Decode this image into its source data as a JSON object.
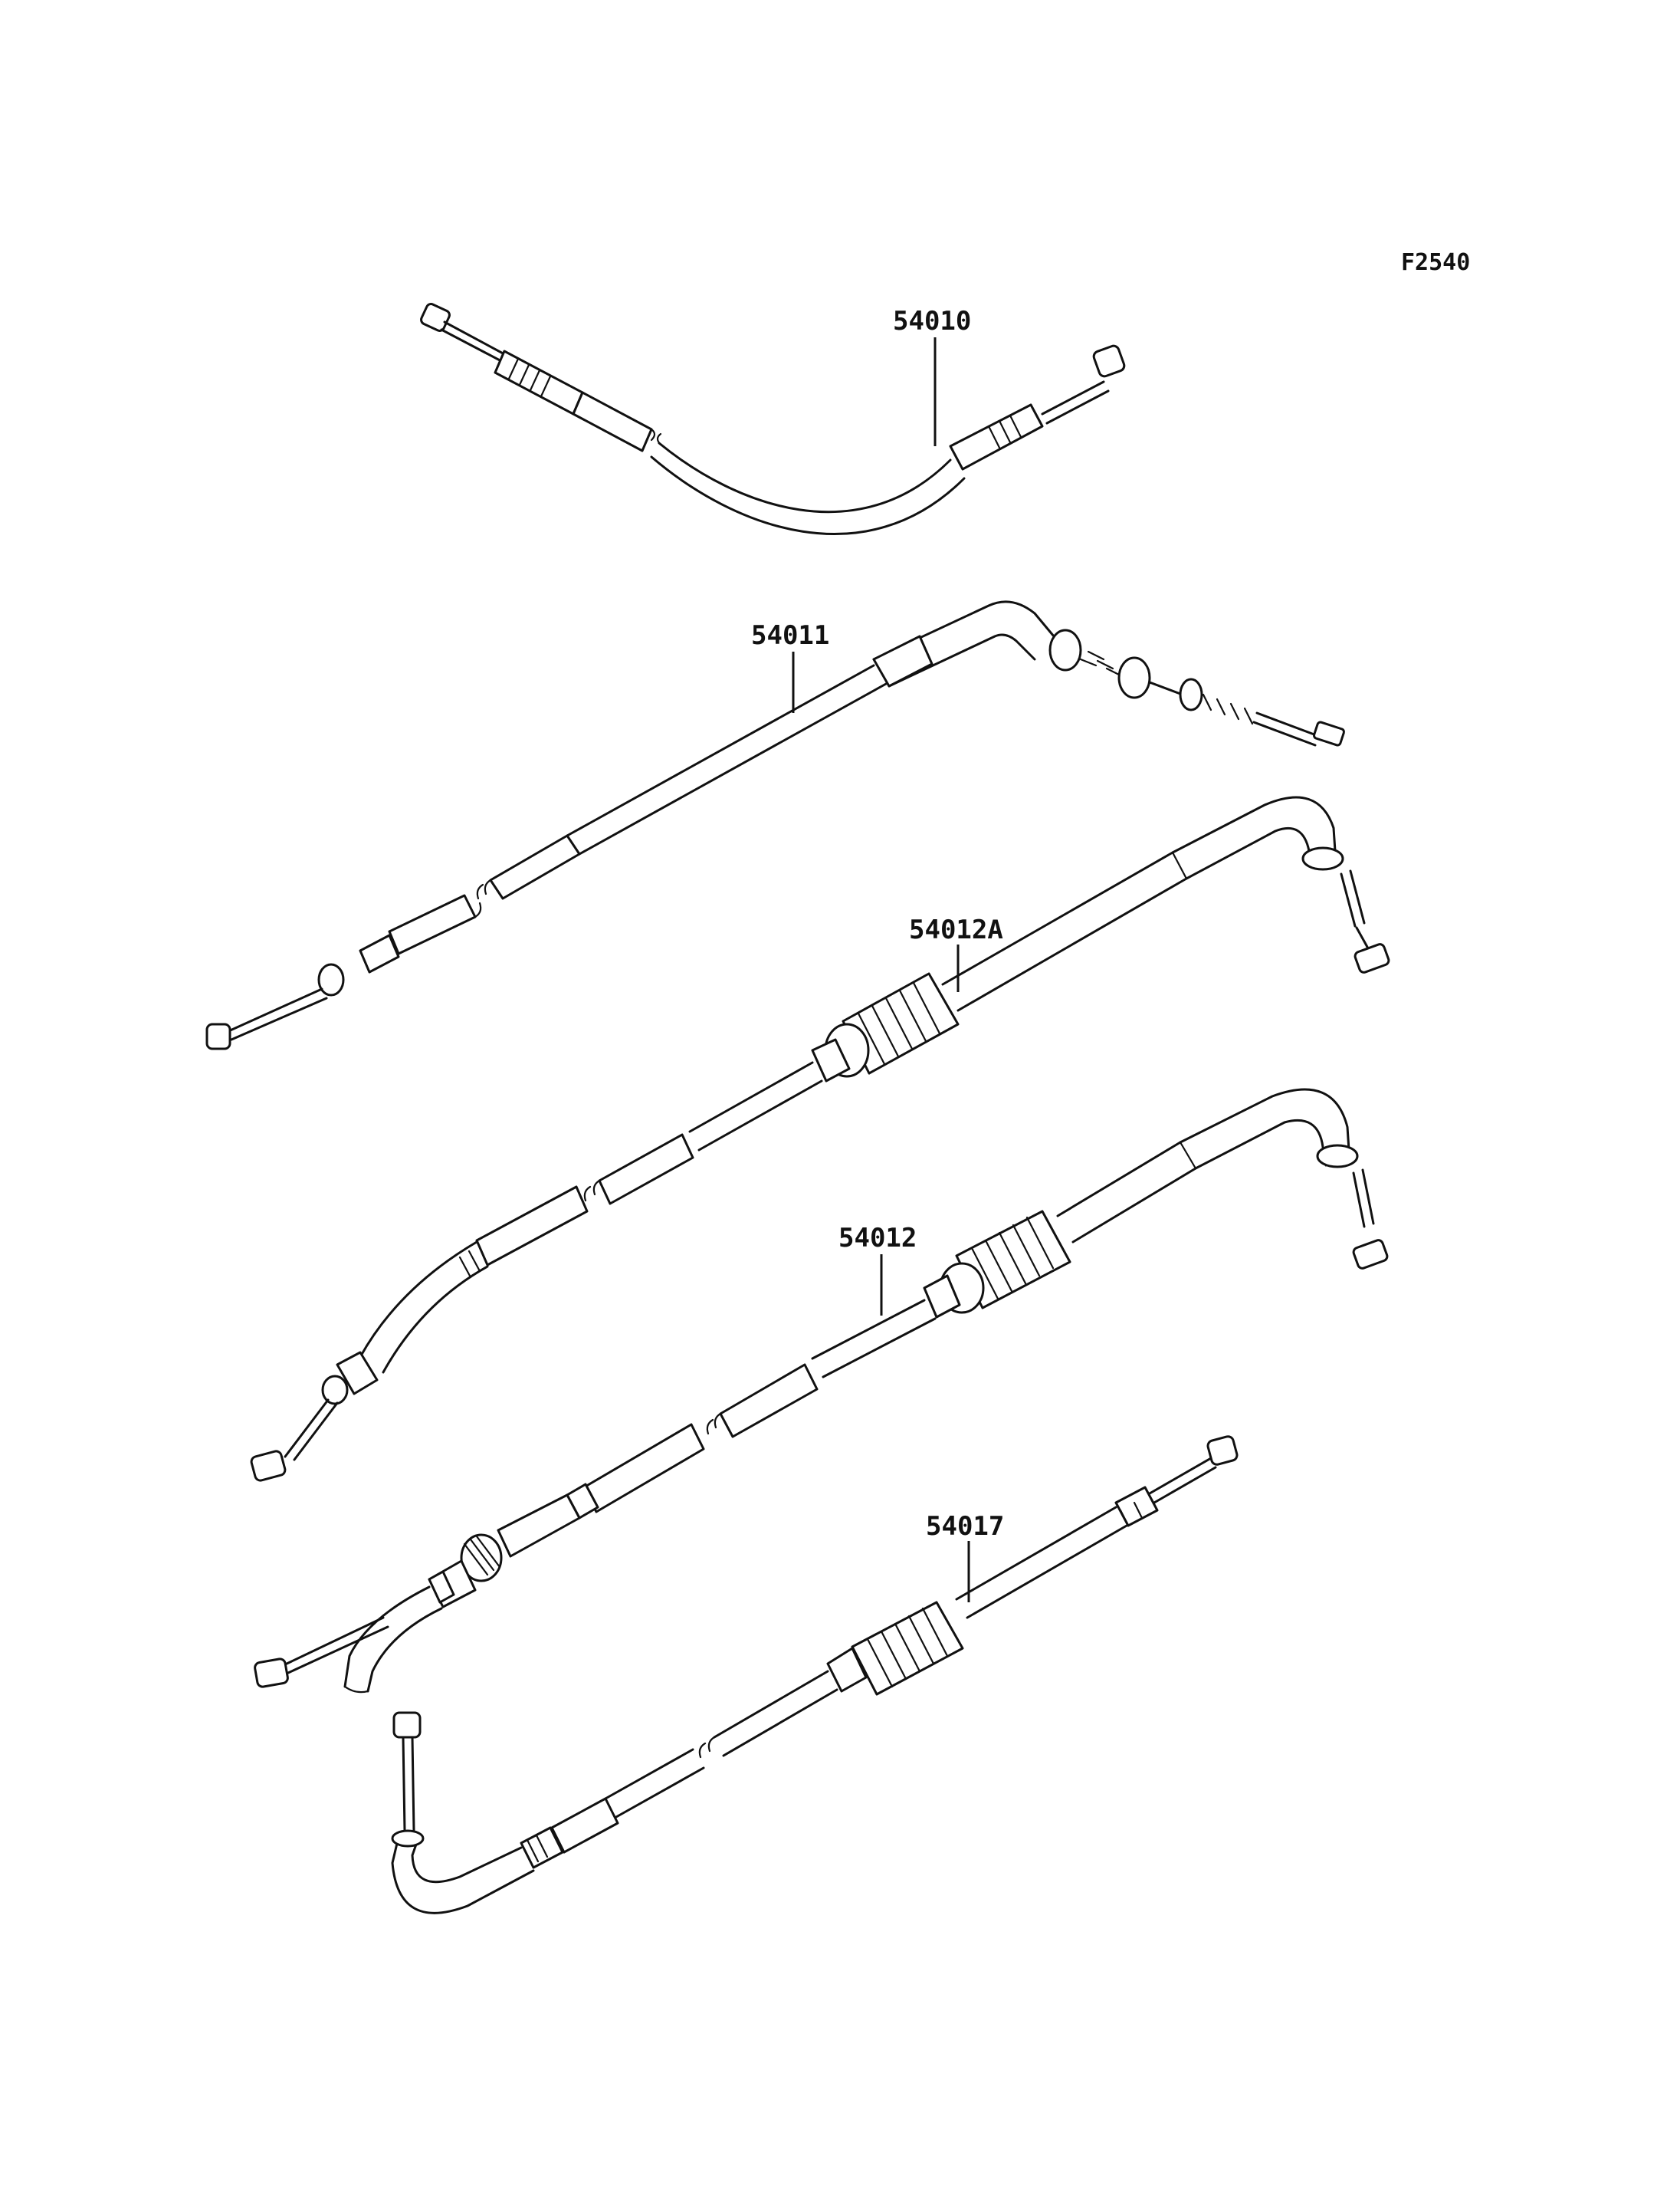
{
  "diagram": {
    "figure_code": "F2540",
    "parts": [
      {
        "id": "cable-54010",
        "number": "54010"
      },
      {
        "id": "cable-54011",
        "number": "54011"
      },
      {
        "id": "cable-54012A",
        "number": "54012A"
      },
      {
        "id": "cable-54012",
        "number": "54012"
      },
      {
        "id": "cable-54017",
        "number": "54017"
      }
    ]
  }
}
